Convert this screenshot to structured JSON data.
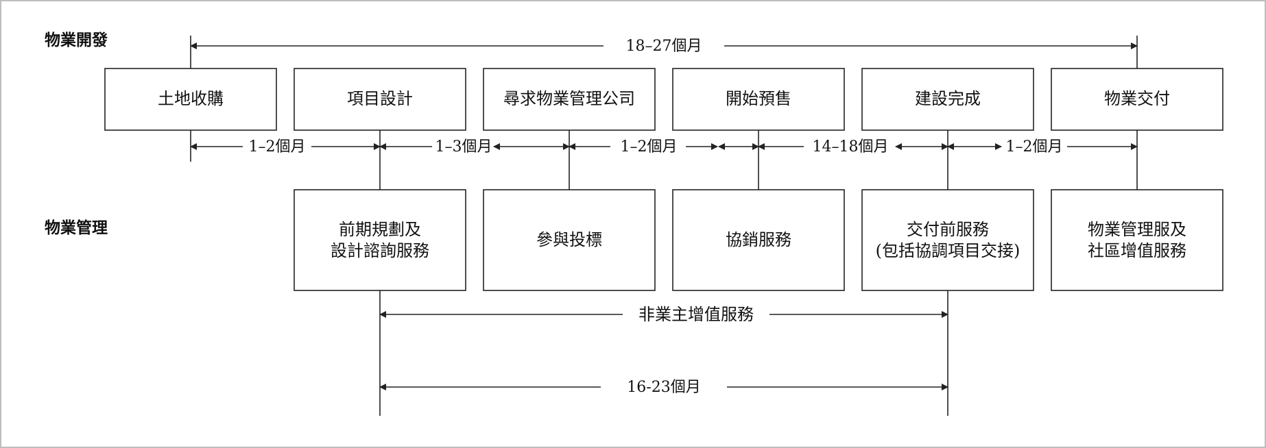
{
  "sections": {
    "development": "物業開發",
    "management": "物業管理"
  },
  "top_span": "18–27個月",
  "development_boxes": [
    {
      "label": "土地收購"
    },
    {
      "label": "項目設計"
    },
    {
      "label": "尋求物業管理公司"
    },
    {
      "label": "開始預售"
    },
    {
      "label": "建設完成"
    },
    {
      "label": "物業交付"
    }
  ],
  "intervals": [
    "1–2個月",
    "1–3個月",
    "1–2個月",
    "14–18個月",
    "1–2個月"
  ],
  "management_boxes": [
    {
      "lines": [
        "前期規劃及",
        "設計諮詢服務"
      ]
    },
    {
      "lines": [
        "參與投標"
      ]
    },
    {
      "lines": [
        "協銷服務"
      ]
    },
    {
      "lines": [
        "交付前服務",
        "(包括協調項目交接)"
      ]
    },
    {
      "lines": [
        "物業管理服及",
        "社區增值服務"
      ]
    }
  ],
  "non_owner_span": "非業主增值服務",
  "bottom_span": "16-23個月"
}
